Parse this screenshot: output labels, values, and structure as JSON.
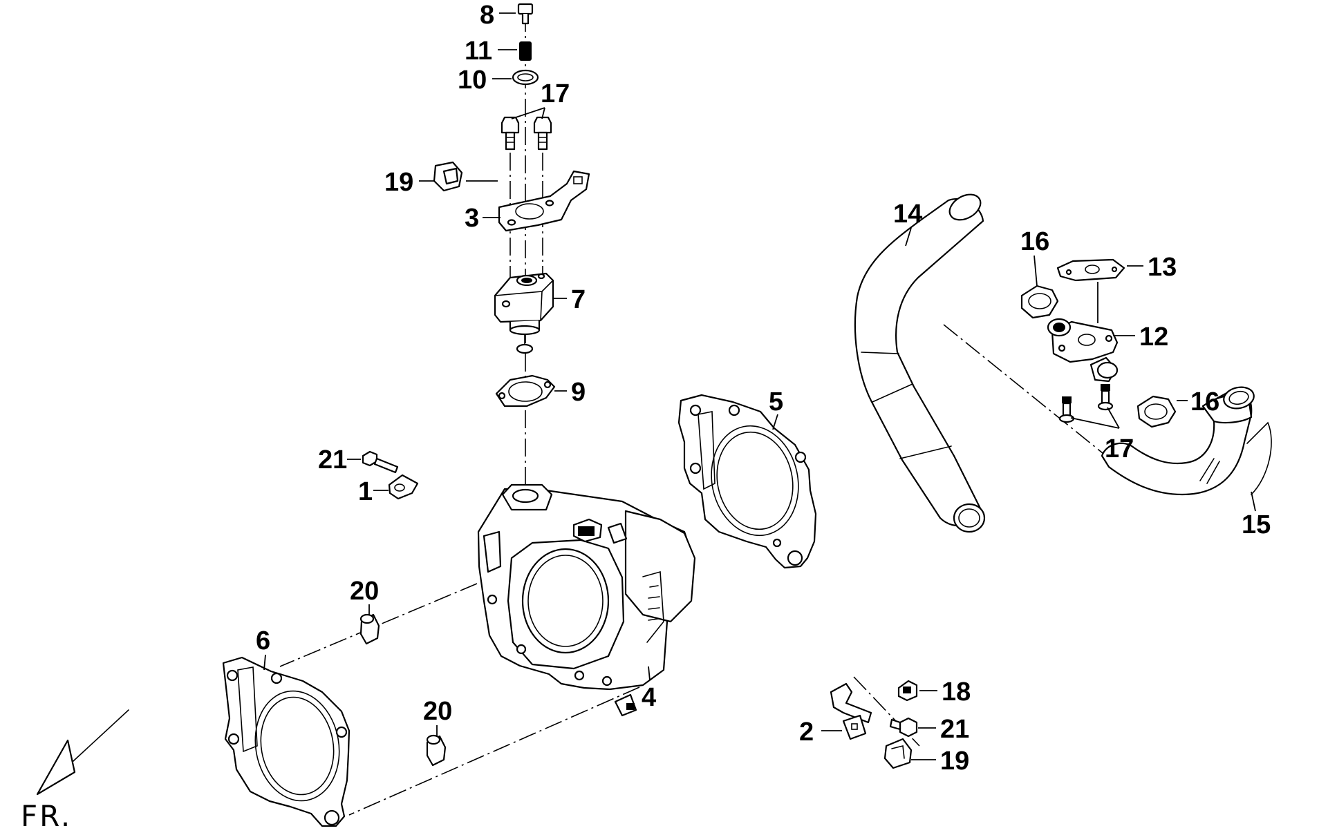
{
  "diagram": {
    "direction_label": "FR.",
    "callouts": {
      "c1": "1",
      "c2": "2",
      "c3": "3",
      "c4": "4",
      "c5": "5",
      "c6": "6",
      "c7": "7",
      "c8": "8",
      "c9": "9",
      "c10": "10",
      "c11": "11",
      "c12": "12",
      "c13": "13",
      "c14": "14",
      "c15": "15",
      "c16a": "16",
      "c16b": "16",
      "c17a": "17",
      "c17b": "17",
      "c18": "18",
      "c19a": "19",
      "c19b": "19",
      "c20a": "20",
      "c20b": "20",
      "c21a": "21",
      "c21b": "21"
    },
    "colors": {
      "line": "#000000",
      "background": "#ffffff"
    }
  }
}
